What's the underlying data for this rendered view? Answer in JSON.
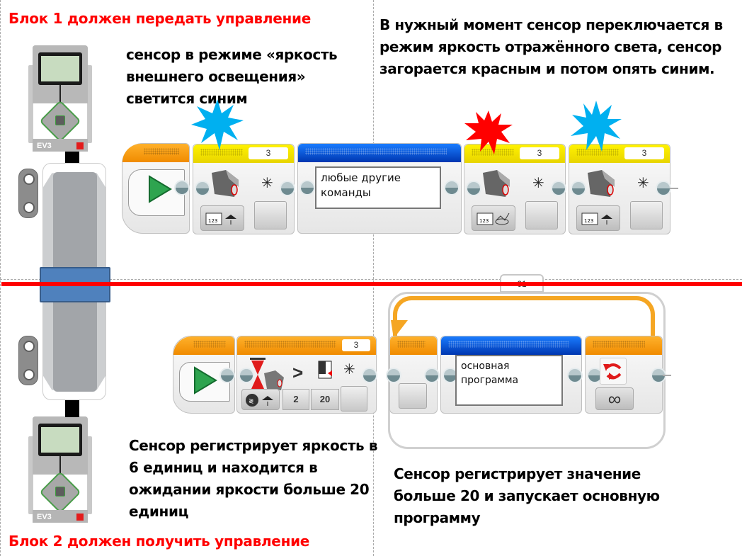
{
  "headings": {
    "block1": "Блок 1 должен передать управление",
    "block2": "Блок 2 должен получить управление"
  },
  "captions": {
    "top_left": [
      "сенсор в режиме «яркость",
      "внешнего освещения»",
      "светится синим"
    ],
    "top_right": [
      "В нужный момент сенсор переключается в",
      "режим яркость отражённого света, сенсор",
      "загорается красным и потом опять синим."
    ],
    "bottom_left": [
      "Сенсор регистрирует яркость в",
      "6 единиц и находится в",
      "ожидании яркости больше 20",
      "единиц"
    ],
    "bottom_right": [
      "Сенсор регистрирует значение",
      "больше 20 и запускает основную",
      "программу"
    ]
  },
  "brick_label": "EV3",
  "program1": {
    "start_block": {
      "icon": "play-icon"
    },
    "sensor_block_1": {
      "port": "3",
      "mode_icon": "ambient-light-icon",
      "indicator": "blue"
    },
    "comment_block": {
      "lines": [
        "любые другие",
        "команды"
      ]
    },
    "sensor_block_2": {
      "port": "3",
      "mode_icon": "reflected-light-icon",
      "indicator": "red"
    },
    "sensor_block_3": {
      "port": "3",
      "mode_icon": "ambient-light-icon",
      "indicator": "blue"
    }
  },
  "program2": {
    "start_block": {
      "icon": "play-icon"
    },
    "wait_block": {
      "port": "3",
      "compare_symbol": ">",
      "compare_type": "2",
      "threshold": "20"
    },
    "loop": {
      "label": "01",
      "end_mode": "∞"
    },
    "comment_block": {
      "lines": [
        "основная",
        "программа"
      ]
    }
  },
  "colors": {
    "heading_red": "#ff0000",
    "burst_blue": "#00b0f0",
    "burst_red": "#ff0000",
    "sensor_yellow": "#fff200",
    "flow_orange": "#f08b00",
    "comment_blue": "#0036b0",
    "motor_band": "#4f81bd"
  }
}
